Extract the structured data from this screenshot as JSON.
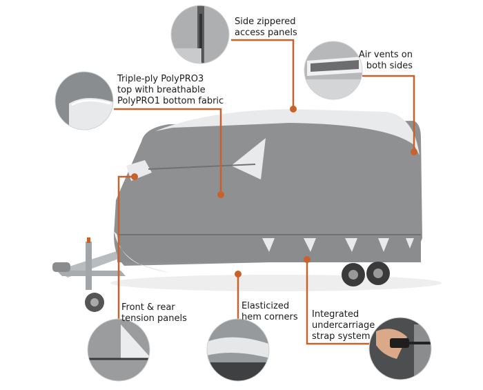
{
  "colors": {
    "leader": "#c8622a",
    "cover_dark": "#8e9092",
    "cover_light": "#e9eaeb",
    "frame": "#b9bcbe"
  },
  "features": [
    {
      "id": "side-zippered-panels",
      "lines": [
        "Side zippered",
        "access panels"
      ]
    },
    {
      "id": "air-vents",
      "lines": [
        "Air vents on",
        "both sides"
      ]
    },
    {
      "id": "triple-ply-top",
      "lines": [
        "Triple-ply PolyPRO3",
        "top with breathable",
        "PolyPRO1 bottom fabric"
      ]
    },
    {
      "id": "tension-panels",
      "lines": [
        "Front & rear",
        "tension panels"
      ]
    },
    {
      "id": "elasticized-hem",
      "lines": [
        "Elasticized",
        "hem corners"
      ]
    },
    {
      "id": "undercarriage-strap",
      "lines": [
        "Integrated",
        "undercarriage",
        "strap system"
      ]
    }
  ]
}
